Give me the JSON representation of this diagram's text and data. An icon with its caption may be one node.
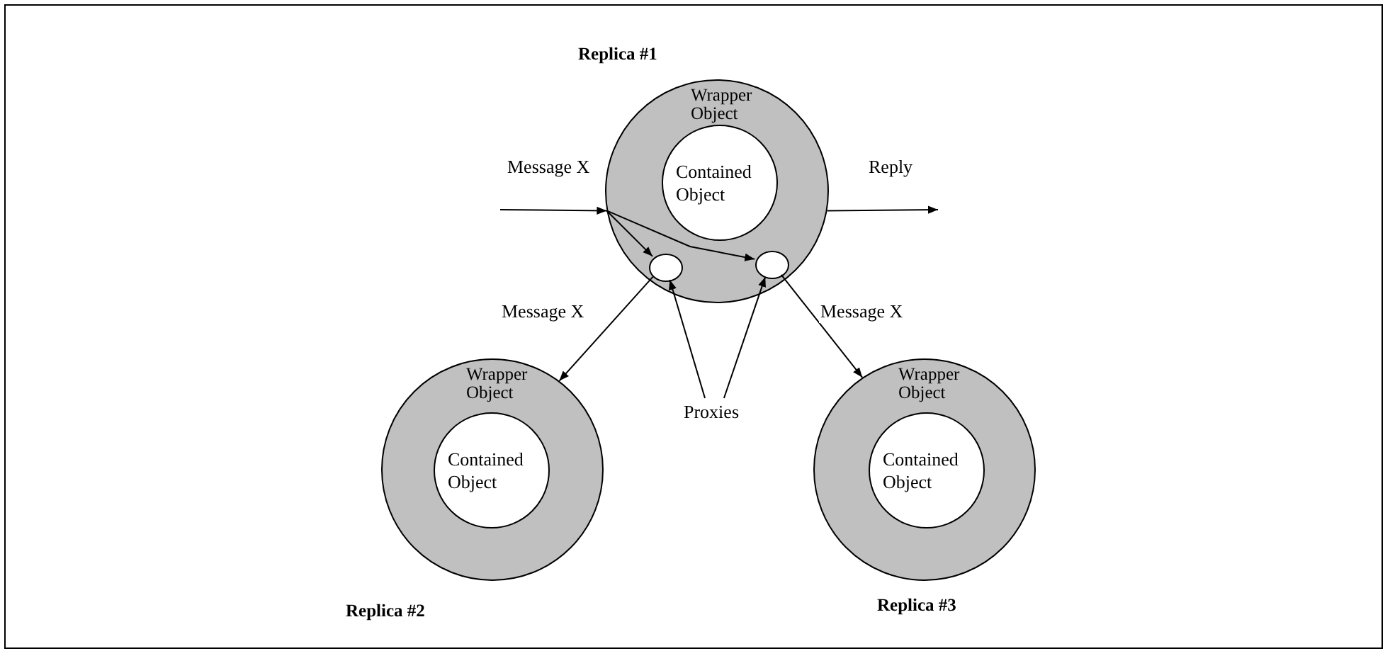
{
  "diagram": {
    "nodes": [
      {
        "text": [
          "Wrapper Object"
        ],
        "beside": [
          "Replica #1"
        ]
      },
      {
        "text": [
          "Contained Object"
        ],
        "in": 0
      },
      {
        "text": [],
        "shape": "circle",
        "in": 0
      },
      {
        "text": [],
        "shape": "circle",
        "in": 0
      },
      {
        "text": [
          "Wrapper Object"
        ],
        "beside": [
          "Replica #2"
        ]
      },
      {
        "text": [
          "Contained Object"
        ],
        "in": 4
      },
      {
        "text": [
          "Wrapper Object"
        ],
        "beside": [
          "Replica #3"
        ]
      },
      {
        "text": [
          "Contained Object"
        ],
        "in": 6
      },
      {
        "text": [
          "Proxies"
        ]
      }
    ],
    "edges": [
      {
        "from": null,
        "to": 0,
        "arrow": "to",
        "label": "Message X"
      },
      {
        "from": 0,
        "to": 2,
        "arrow": "to"
      },
      {
        "from": 0,
        "to": 3,
        "arrow": "to"
      },
      {
        "from": 0,
        "to": null,
        "arrow": "to",
        "label": "Reply"
      },
      {
        "from": 2,
        "to": 4,
        "arrow": "to",
        "label": "Message X"
      },
      {
        "from": 3,
        "to": 6,
        "arrow": "to",
        "label": "Message X"
      },
      {
        "from": 8,
        "to": 2,
        "arrow": "to"
      },
      {
        "from": 8,
        "to": 3,
        "arrow": "to"
      }
    ]
  }
}
